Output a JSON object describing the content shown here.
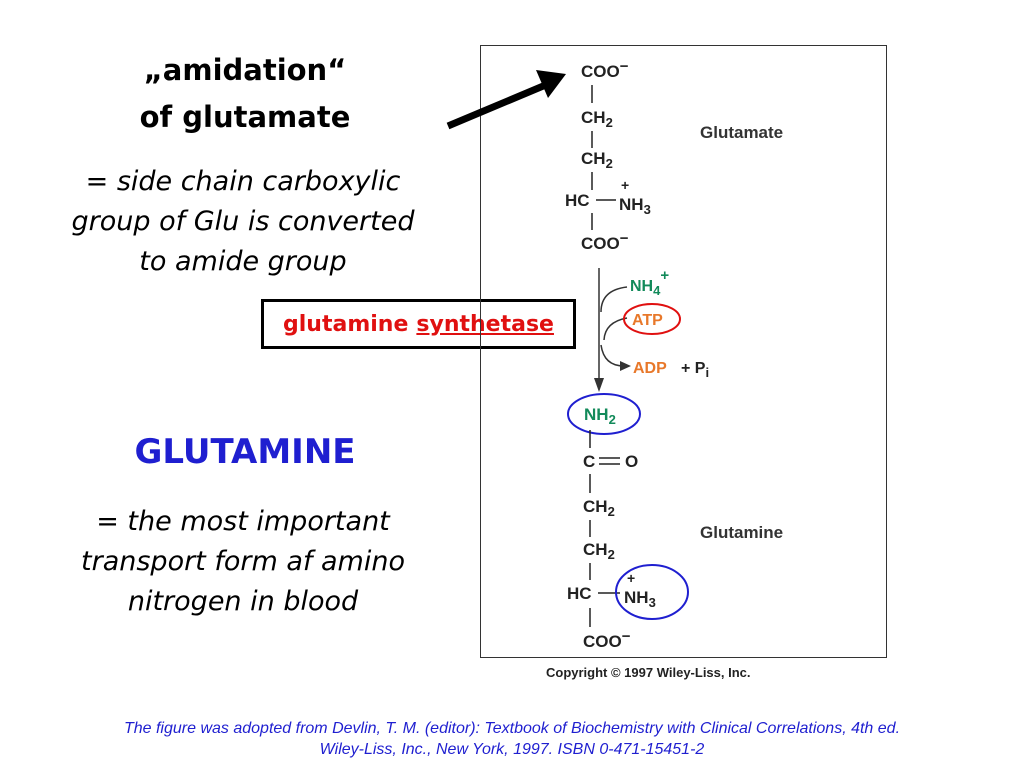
{
  "left_panel": {
    "heading_line1": "„amidation“",
    "heading_line2": "of glutamate",
    "desc1_line1": "= side chain carboxylic",
    "desc1_line2": "group of Glu is converted",
    "desc1_line3": "to amide group",
    "title2": "GLUTAMINE",
    "desc2_line1": "= the most important",
    "desc2_line2": "transport form af amino",
    "desc2_line3": "nitrogen in blood"
  },
  "enzyme": {
    "word1": "glutamine",
    "word2": "synthetase"
  },
  "figure": {
    "glutamate_label": "Glutamate",
    "glutamine_label": "Glutamine",
    "coo": "COO",
    "minus": "−",
    "ch": "CH",
    "sub2": "2",
    "hc": "HC",
    "nh": "NH",
    "sub3": "3",
    "plus": "+",
    "c": "C",
    "o": "O",
    "nh4": "NH",
    "sub4": "4",
    "atp": "ATP",
    "adp": "ADP",
    "plus_pi": "+ P",
    "sub_i": "i",
    "copyright": "Copyright © 1997 Wiley-Liss, Inc."
  },
  "citation": {
    "line1": "The figure was adopted from Devlin, T. M. (editor): Textbook of Biochemistry with Clinical Correlations, 4th ed.",
    "line2": "Wiley-Liss, Inc., New York, 1997. ISBN 0-471-15451-2"
  },
  "colors": {
    "blue": "#1f1fd0",
    "red": "#e01010",
    "green": "#128a5a",
    "orange": "#e8782a"
  }
}
